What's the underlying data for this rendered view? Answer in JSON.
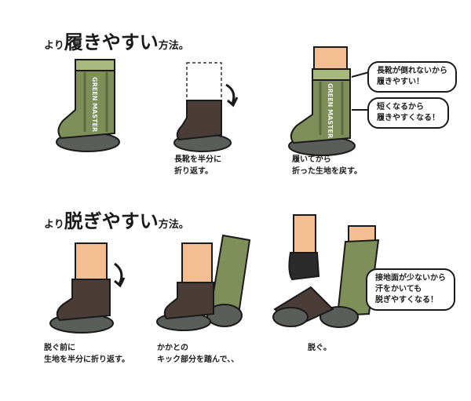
{
  "section_1": {
    "heading_prefix": "より",
    "heading_main": "履きやすい",
    "heading_suffix": "方法。",
    "boot_logo": "GREEN MASTER",
    "step_2_caption": [
      "長靴を半分に",
      "折り返す。"
    ],
    "step_3_caption": [
      "履いてから",
      "折った生地を戻す。"
    ],
    "bubble_1": [
      "長靴が倒れないから",
      "履きやすい！"
    ],
    "bubble_2": [
      "短くなるから",
      "履きやすくなる！"
    ]
  },
  "section_2": {
    "heading_prefix": "より",
    "heading_main": "脱ぎやすい",
    "heading_suffix": "方法。",
    "step_1_caption": [
      "脱ぐ前に",
      "生地を半分に折り返す。"
    ],
    "step_2_caption": [
      "かかとの",
      "キック部分を踏んで､､"
    ],
    "step_3_caption": [
      "脱ぐ。"
    ],
    "bubble_1": [
      "接地面が少ないから",
      "汗をかいても",
      "脱ぎやすくなる！"
    ]
  },
  "colors": {
    "boot_green": "#7f8f5a",
    "boot_light": "#a7b97c",
    "sole_gray": "#5a5e5a",
    "fold_brown": "#4a3c36",
    "skin": "#f3bf92"
  },
  "icons": [
    "fold-arrow-icon",
    "dashed-outline-icon"
  ]
}
